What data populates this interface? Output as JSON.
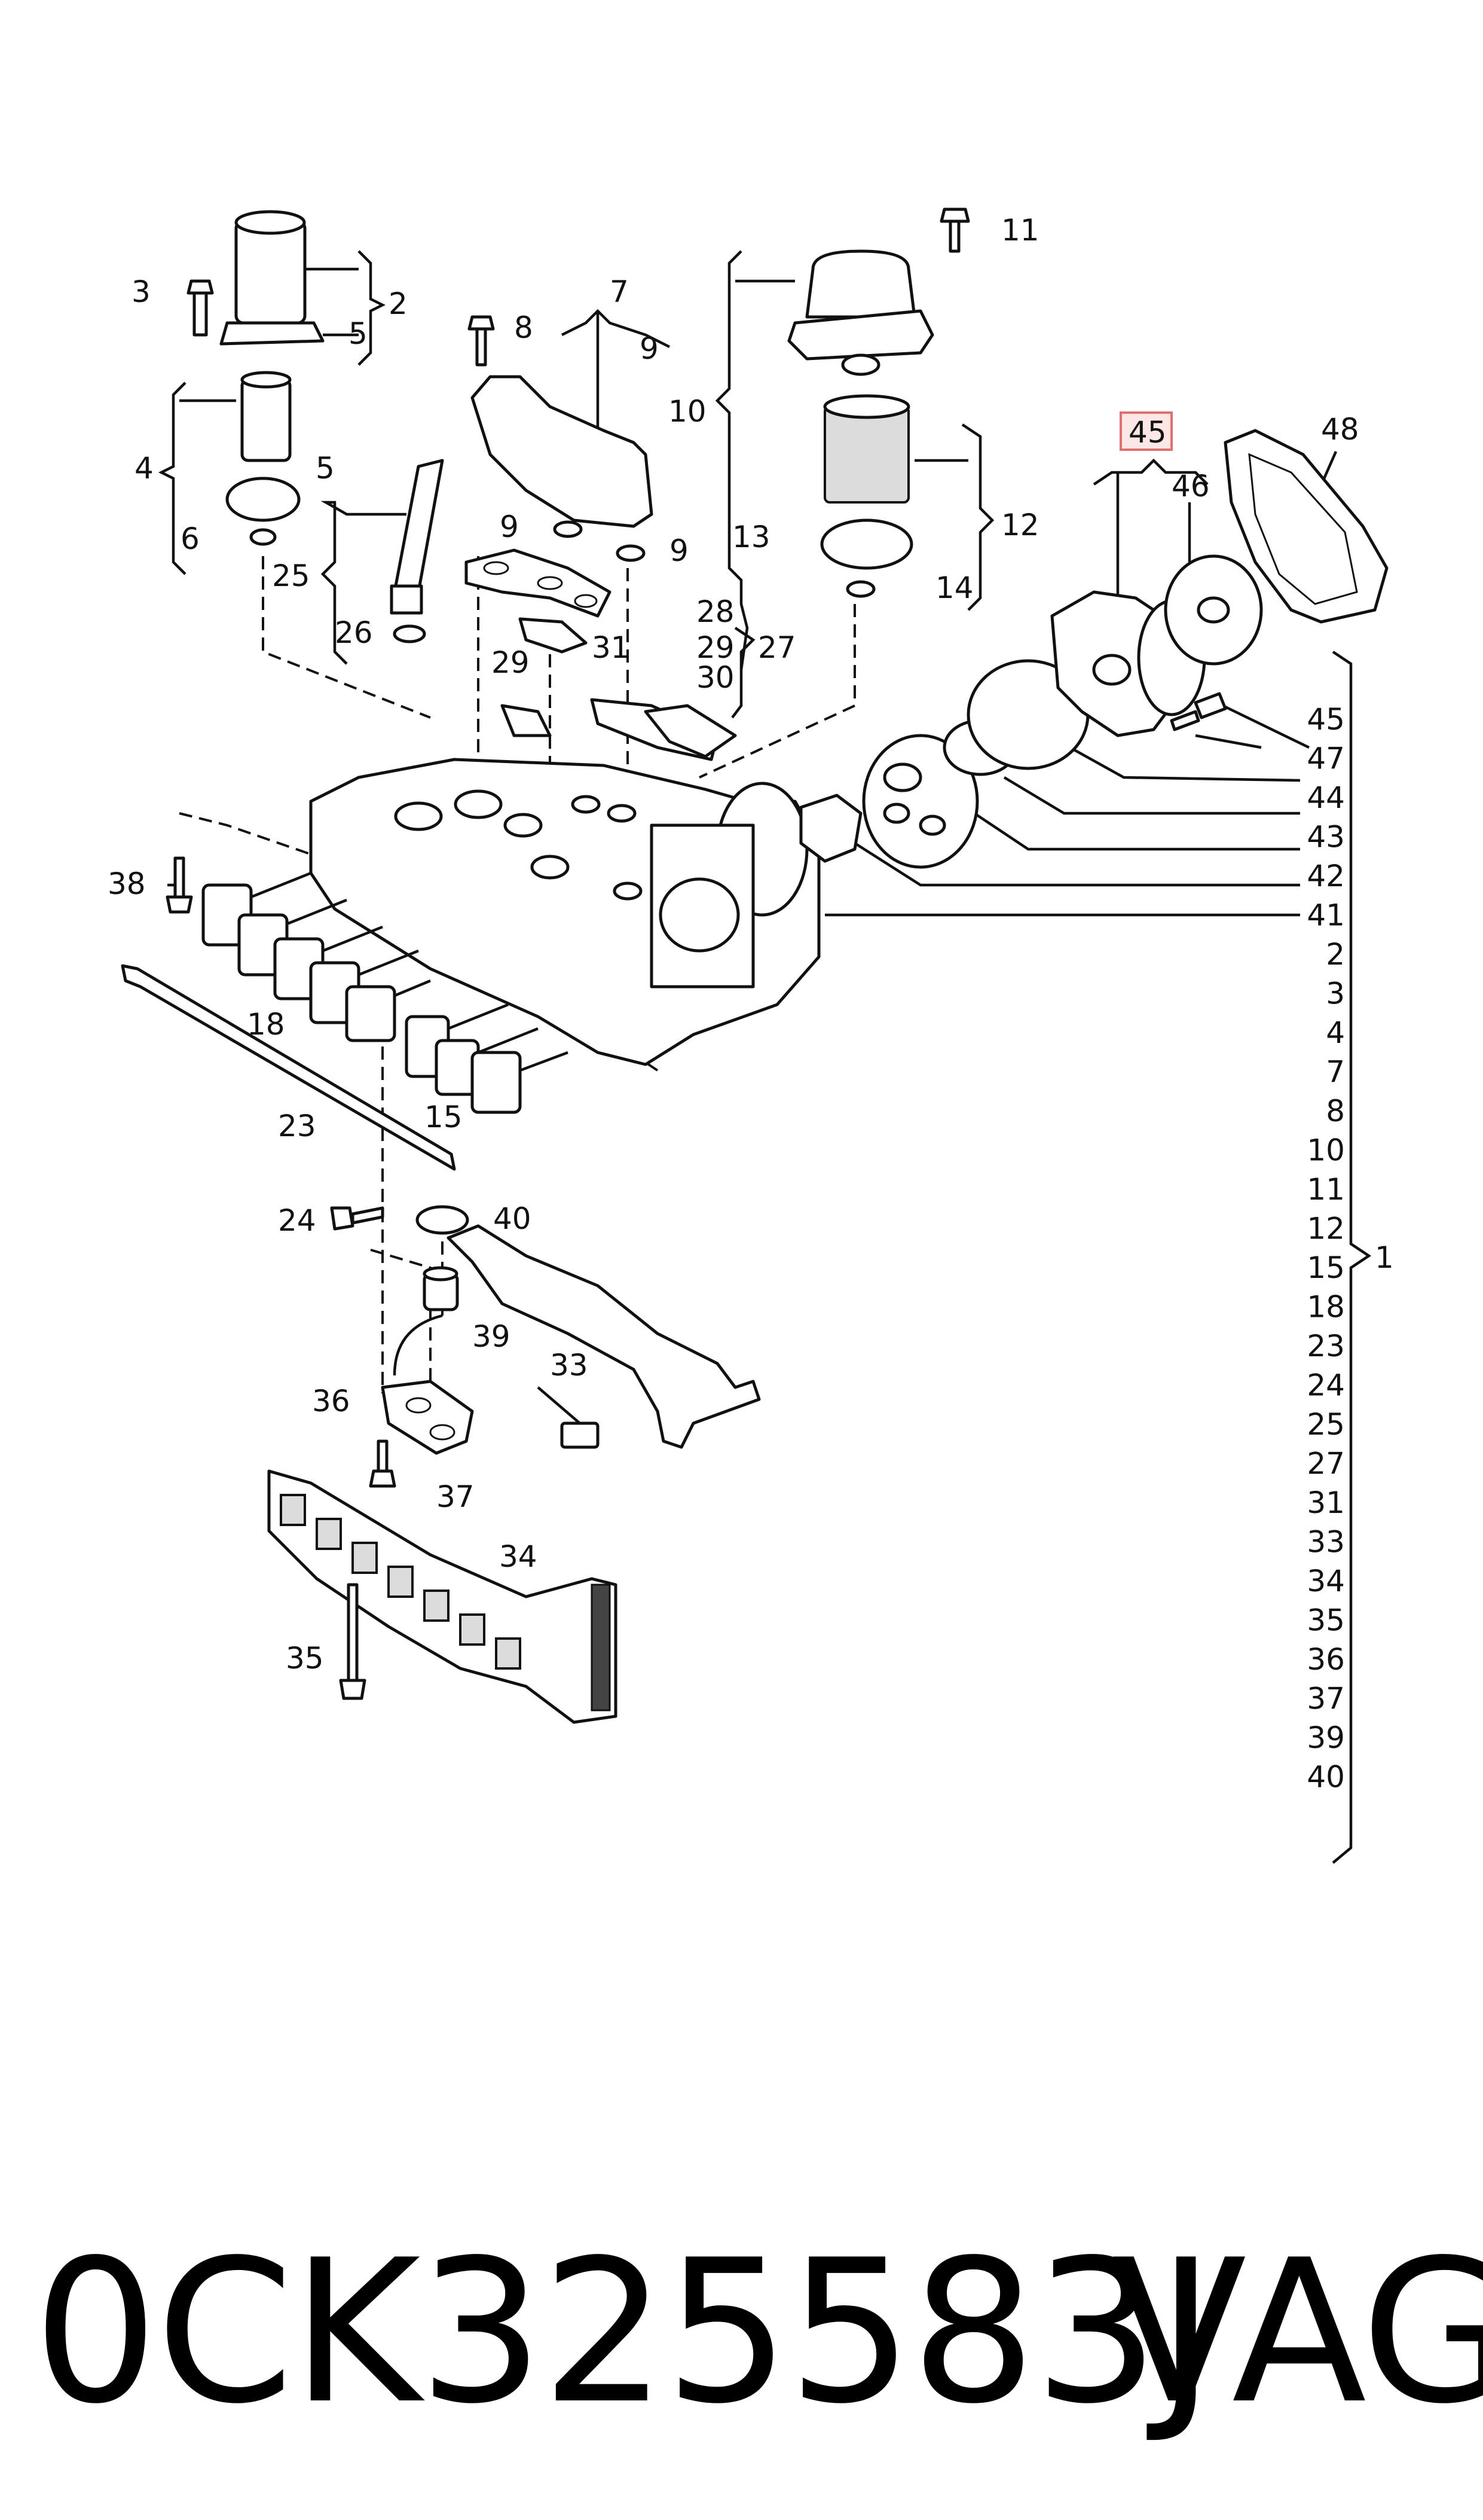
{
  "diagram": {
    "highlighted_callout": "45",
    "callouts": {
      "c1": "1",
      "c2": "2",
      "c3": "3",
      "c4": "4",
      "c5a": "5",
      "c5b": "5",
      "c6": "6",
      "c7": "7",
      "c8": "8",
      "c9a": "9",
      "c9b": "9",
      "c9c": "9",
      "c10": "10",
      "c11": "11",
      "c12": "12",
      "c13": "13",
      "c14": "14",
      "c15": "15",
      "c18": "18",
      "c23": "23",
      "c24": "24",
      "c25": "25",
      "c26": "26",
      "c27": "27",
      "c28": "28",
      "c29a": "29",
      "c29b": "29",
      "c30": "30",
      "c31": "31",
      "c33": "33",
      "c34": "34",
      "c35": "35",
      "c36": "36",
      "c37": "37",
      "c38": "38",
      "c39": "39",
      "c40": "40",
      "c41": "41",
      "c42": "42",
      "c43": "43",
      "c44": "44",
      "c45": "45",
      "c46": "46",
      "c47": "47",
      "c48": "48"
    },
    "assembly_list": [
      "45",
      "47",
      "44",
      "43",
      "42",
      "41",
      "2",
      "3",
      "4",
      "7",
      "8",
      "10",
      "11",
      "12",
      "15",
      "18",
      "23",
      "24",
      "25",
      "27",
      "31",
      "33",
      "34",
      "35",
      "36",
      "37",
      "39",
      "40"
    ]
  },
  "footer": {
    "part_number": "0CK325583J",
    "brand": "VAG"
  }
}
